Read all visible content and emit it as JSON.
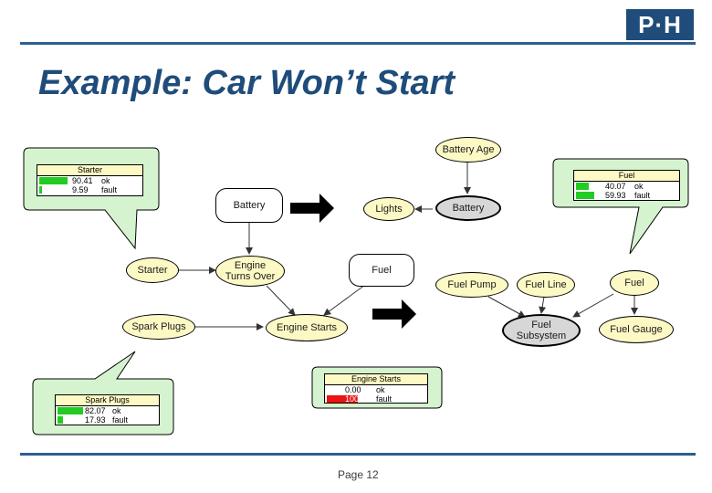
{
  "logo": {
    "text": "P·H"
  },
  "title": "Example: Car Won’t Start",
  "footer": "Page 12",
  "colors": {
    "accent": "#2b5f91",
    "title": "#1f4c7a",
    "node_yellow": "#fdf9c4",
    "bubble_green": "#d6f3cf",
    "bar_green": "#22cc22",
    "bar_red": "#ee1111"
  },
  "nodes": {
    "battery_white": "Battery",
    "engine_turns_over": "Engine\nTurns Over",
    "starter": "Starter",
    "spark_plugs": "Spark Plugs",
    "engine_starts": "Engine Starts",
    "fuel_white": "Fuel",
    "battery_age": "Battery Age",
    "lights": "Lights",
    "battery_grey": "Battery",
    "fuel_pump": "Fuel Pump",
    "fuel_line": "Fuel Line",
    "fuel_yellow": "Fuel",
    "fuel_subsystem": "Fuel\nSubsystem",
    "fuel_gauge": "Fuel Gauge"
  },
  "bubbles": {
    "starter": {
      "title": "Starter",
      "rows": [
        {
          "value": "90.41",
          "state": "ok",
          "fraction": 0.904,
          "color": "green"
        },
        {
          "value": "9.59",
          "state": "fault",
          "fraction": 0.096,
          "color": "green"
        }
      ]
    },
    "fuel": {
      "title": "Fuel",
      "rows": [
        {
          "value": "40.07",
          "state": "ok",
          "fraction": 0.401,
          "color": "green"
        },
        {
          "value": "59.93",
          "state": "fault",
          "fraction": 0.599,
          "color": "green"
        }
      ]
    },
    "spark_plugs": {
      "title": "Spark Plugs",
      "rows": [
        {
          "value": "82.07",
          "state": "ok",
          "fraction": 0.821,
          "color": "green"
        },
        {
          "value": "17.93",
          "state": "fault",
          "fraction": 0.179,
          "color": "green"
        }
      ]
    },
    "engine_starts": {
      "title": "Engine Starts",
      "rows": [
        {
          "value": "0.00",
          "state": "ok",
          "fraction": 0.0,
          "color": "red"
        },
        {
          "value": "100.00",
          "state": "fault",
          "fraction": 1.0,
          "color": "red"
        }
      ]
    }
  }
}
